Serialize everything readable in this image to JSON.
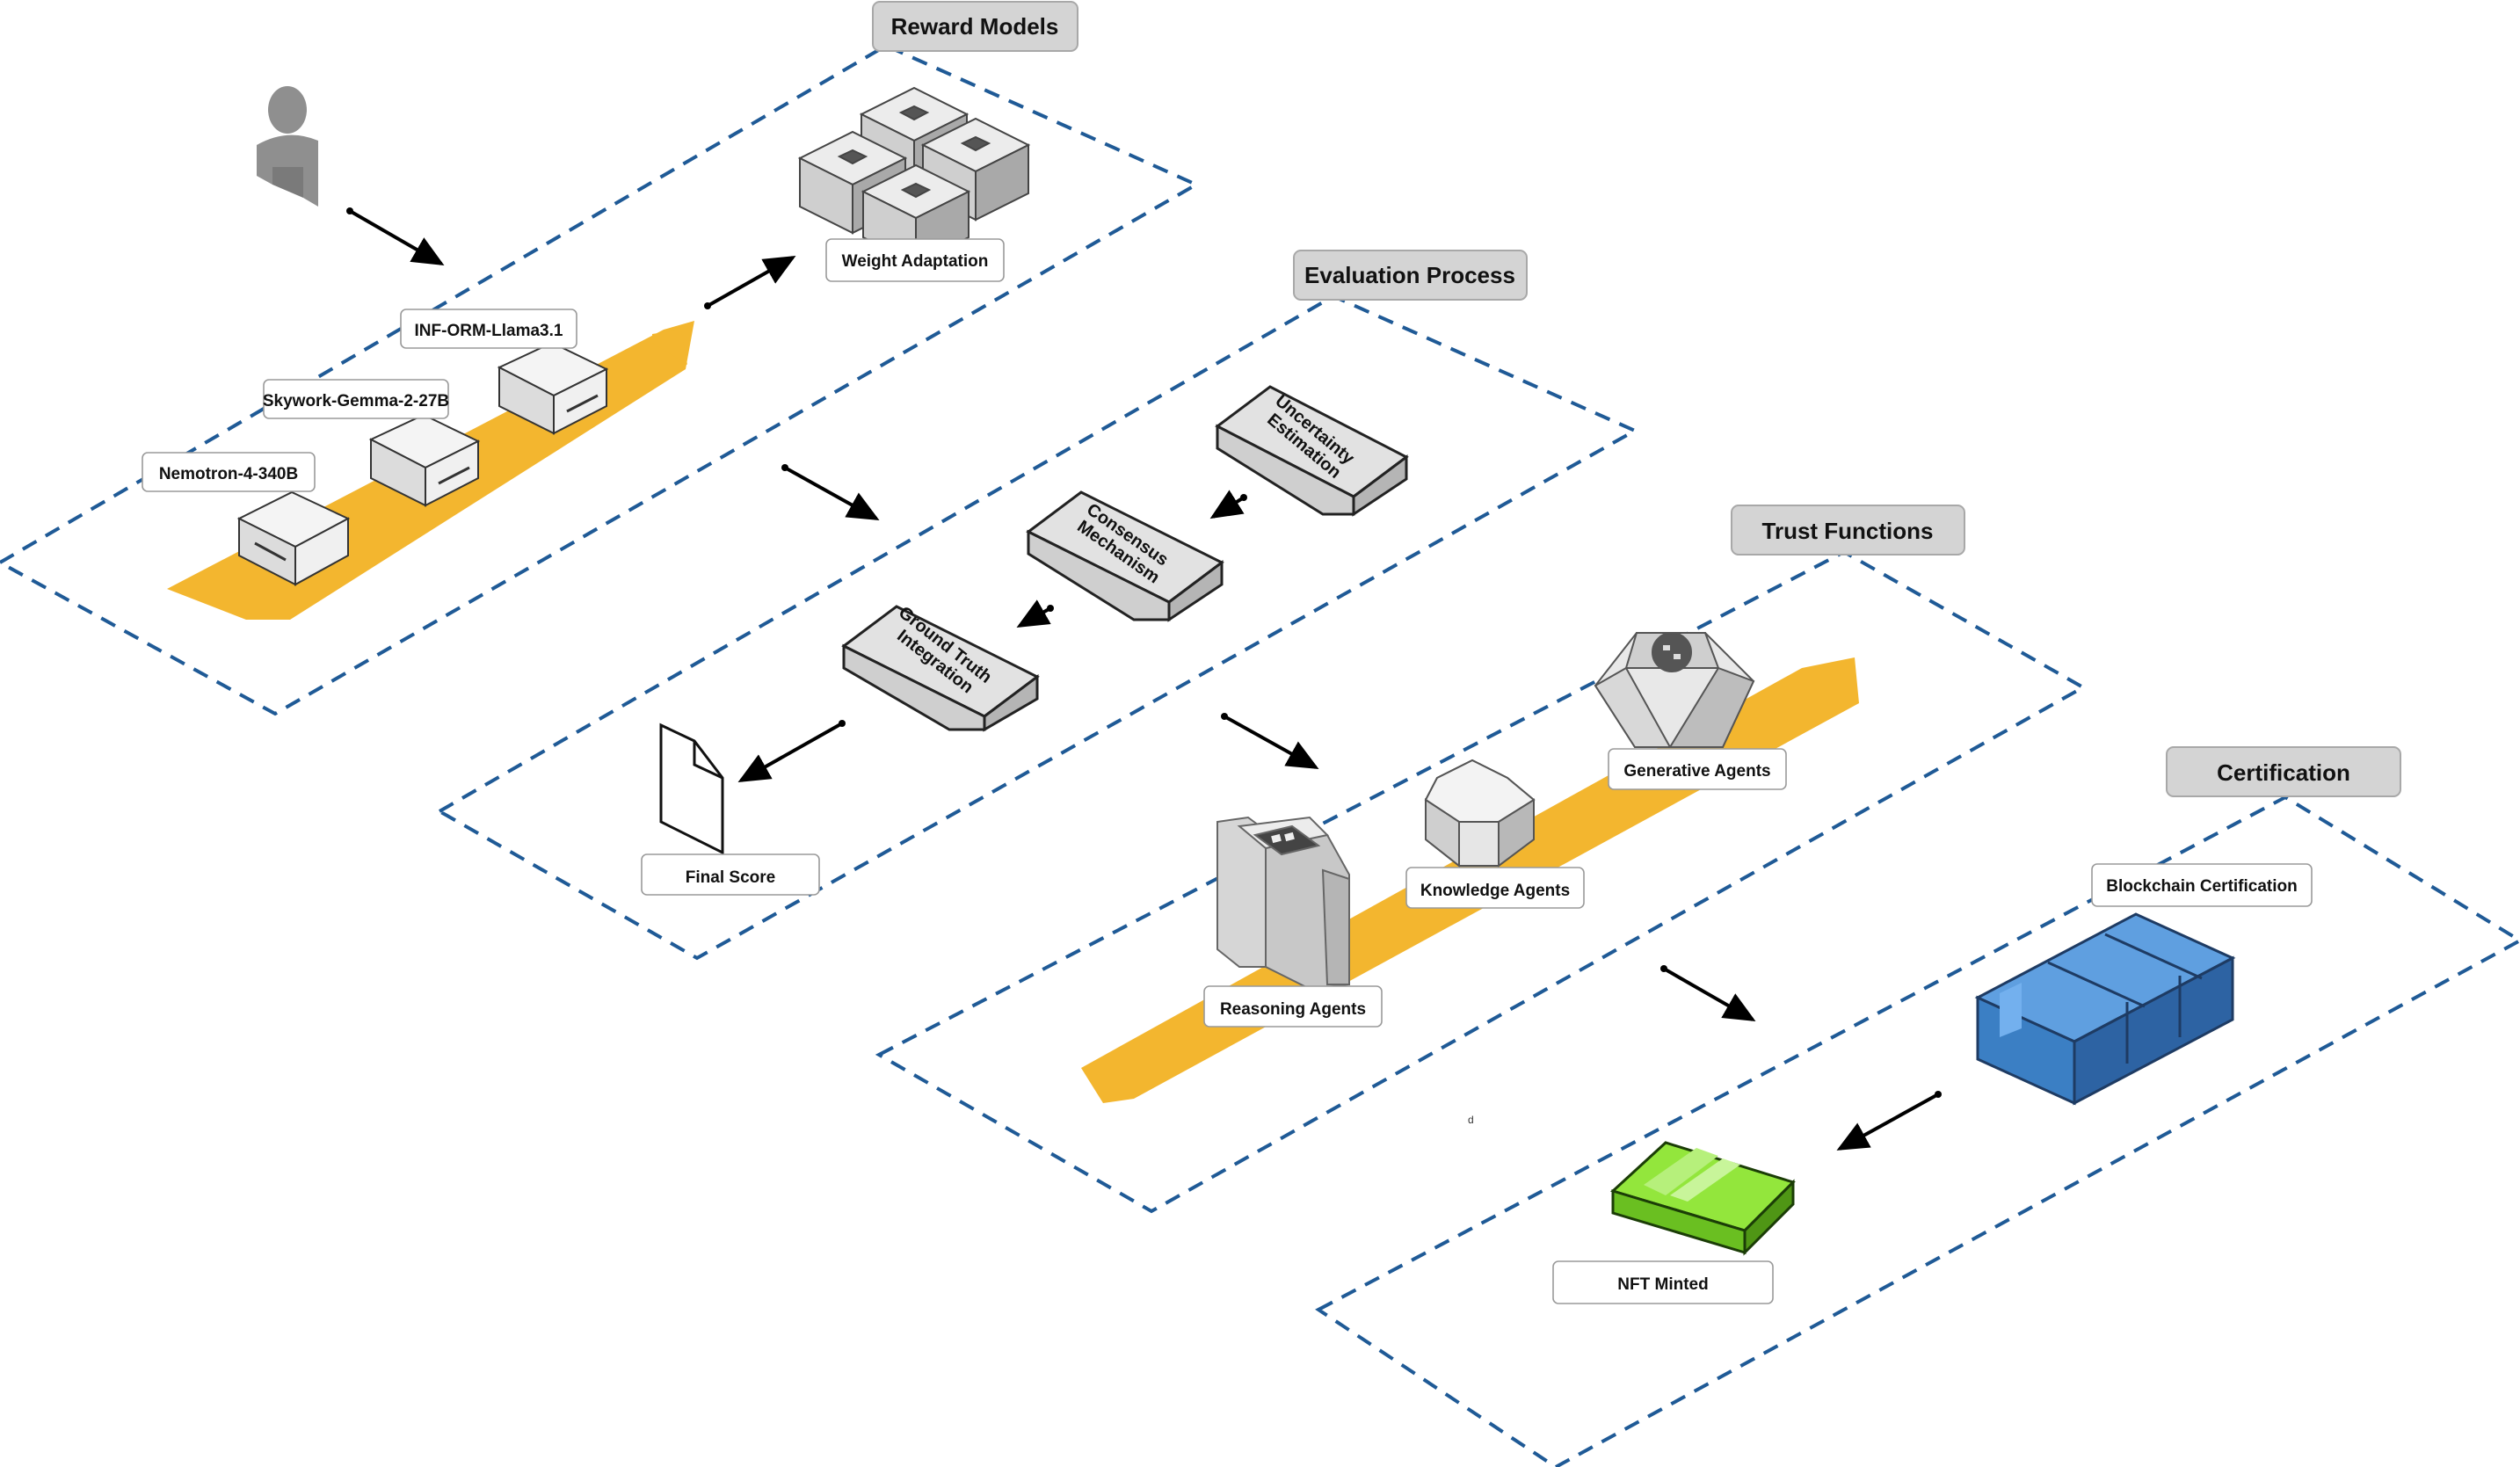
{
  "zones": {
    "reward_models": {
      "title": "Reward Models",
      "models": [
        "INF-ORM-Llama3.1",
        "Skywork-Gemma-2-27B",
        "Nemotron-4-340B"
      ],
      "weight_label": "Weight Adaptation"
    },
    "evaluation_process": {
      "title": "Evaluation Process",
      "steps": [
        [
          "Uncertainty",
          "Estimation"
        ],
        [
          "Consensus",
          "Mechanism"
        ],
        [
          "Ground Truth",
          "Integration"
        ]
      ],
      "final_label": "Final Score"
    },
    "trust_functions": {
      "title": "Trust Functions",
      "agents": {
        "generative": "Generative Agents",
        "knowledge": "Knowledge Agents",
        "reasoning": "Reasoning Agents"
      }
    },
    "certification": {
      "title": "Certification",
      "blockchain_label": "Blockchain Certification",
      "nft_label": "NFT Minted"
    }
  },
  "stray_text": "d",
  "colors": {
    "zone_border": "#1f5a96",
    "belt": "#f3b62f",
    "header_fill": "#d4d4d4",
    "blockchain": "#3b7fc4",
    "nft": "#7ed321"
  },
  "icons": [
    "user-icon",
    "document-icon",
    "server-cluster-icon",
    "blockchain-icon",
    "nft-block-icon"
  ]
}
